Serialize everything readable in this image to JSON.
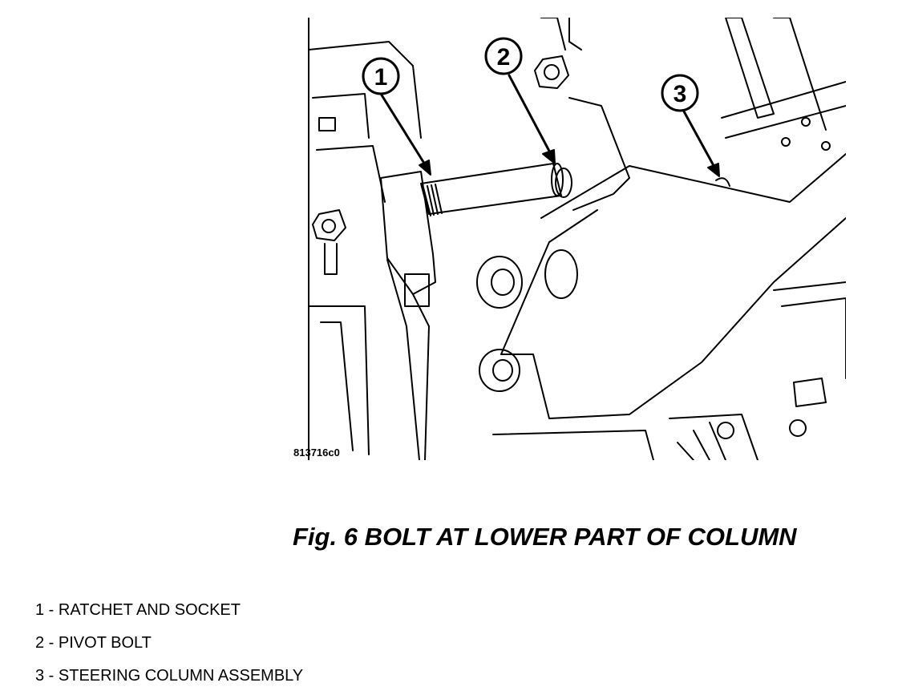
{
  "figure": {
    "id": "813716c0",
    "caption": "Fig. 6 BOLT AT LOWER PART OF COLUMN",
    "callouts": [
      {
        "number": "1",
        "label": "RATCHET AND SOCKET"
      },
      {
        "number": "2",
        "label": "PIVOT BOLT"
      },
      {
        "number": "3",
        "label": "STEERING COLUMN ASSEMBLY"
      }
    ]
  },
  "legend": [
    "1 - RATCHET AND SOCKET",
    "2 - PIVOT BOLT",
    "3 - STEERING COLUMN ASSEMBLY"
  ]
}
